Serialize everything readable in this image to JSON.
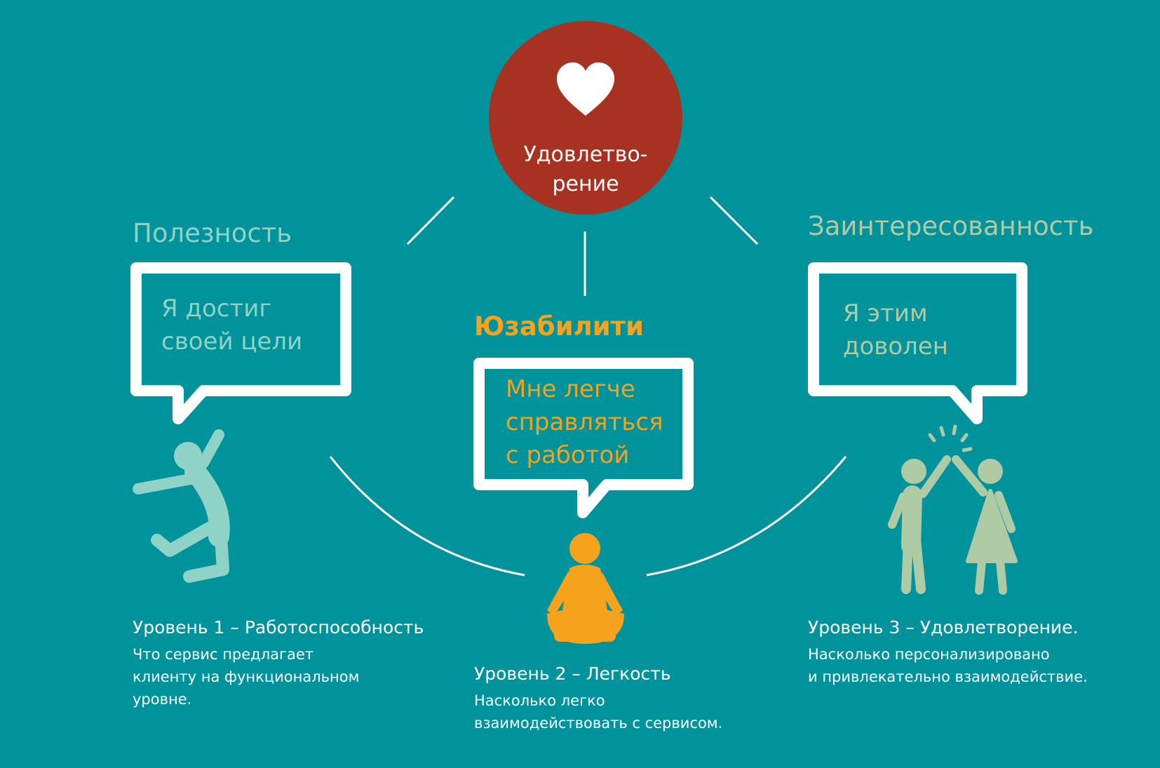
{
  "colors": {
    "background": "#00939c",
    "circle": "#a83222",
    "mint": "#8fd3c6",
    "sage": "#aecba6",
    "orange": "#f5a21c",
    "white": "#ffffff"
  },
  "center": {
    "icon": "heart-icon",
    "label_line1": "Удовлетво-",
    "label_line2": "рение"
  },
  "left": {
    "heading": "Полезность",
    "bubble_line1": "Я достиг",
    "bubble_line2": "своей цели",
    "figure_icon": "jumping-person-icon",
    "level_title": "Уровень 1 – Работоспособность",
    "desc_line1": "Что сервис предлагает",
    "desc_line2": "клиенту на функциональном",
    "desc_line3": "уровне."
  },
  "middle": {
    "heading": "Юзабилити",
    "bubble_line1": "Мне легче",
    "bubble_line2": "справляться",
    "bubble_line3": "с работой",
    "figure_icon": "meditating-person-icon",
    "level_title": "Уровень 2 – Легкость",
    "desc_line1": "Насколько легко",
    "desc_line2": "взаимодействовать с сервисом."
  },
  "right": {
    "heading": "Заинтересованность",
    "bubble_line1": "Я этим",
    "bubble_line2": "доволен",
    "figure_icon": "high-five-people-icon",
    "level_title": "Уровень 3 – Удовлетворение.",
    "desc_line1": "Насколько персонализировано",
    "desc_line2": "и привлекательно взаимодействие."
  }
}
